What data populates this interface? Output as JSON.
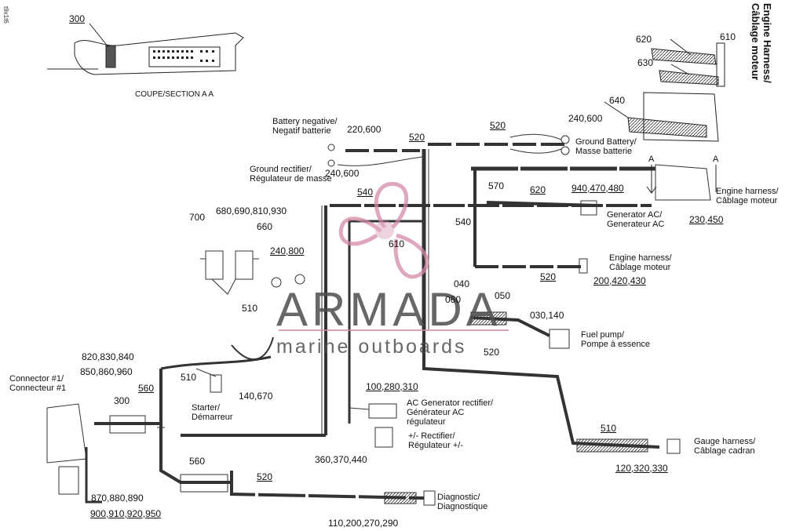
{
  "diagram": {
    "title_line1": "Engine Harness/",
    "title_line2": "Câblage moteur",
    "image_code": "t9x1t6",
    "section_label": "COUPE/SECTION A A",
    "section_marker": "A"
  },
  "callouts": {
    "c300_top": "300",
    "c620": "620",
    "c610_top": "610",
    "c630": "630",
    "c640": "640",
    "c220_600": "220,600",
    "c520_top1": "520",
    "c520_top2": "520",
    "c240_600_right": "240,600",
    "c240_600_left": "240,600",
    "c540_a": "540",
    "c540_b": "540",
    "c570": "570",
    "c620_mid": "620",
    "c940": "940,470,480",
    "c230_450": "230,450",
    "c700": "700",
    "c680": "680,690,810,930",
    "c660": "660",
    "c240_800": "240,800",
    "c610_mid": "610",
    "c520_mid": "520",
    "c200_420": "200,420,430",
    "c040": "040",
    "c060": "060",
    "c050": "050",
    "c030_140": "030,140",
    "c510_a": "510",
    "c520_c": "520",
    "c820": "820,830,840",
    "c850": "850,860,960",
    "c510_b": "510",
    "c560_a": "560",
    "c300_mid": "300",
    "c140_670": "140,670",
    "c100_280": "100,280,310",
    "c360": "360,370,440",
    "c510_c": "510",
    "c120": "120,320,330",
    "c560_b": "560",
    "c520_bottom": "520",
    "c870": "870,880,890",
    "c900": "900,910,920,950",
    "c110": "110,200,270,290"
  },
  "labels": {
    "battery_neg_1": "Battery negative/",
    "battery_neg_2": "Negatif batterie",
    "ground_batt_1": "Ground Battery/",
    "ground_batt_2": "Masse batterie",
    "ground_rect_1": "Ground rectifier/",
    "ground_rect_2": "Régulateur de masse",
    "engine_h1_1": "Engine harness/",
    "engine_h1_2": "Câblage moteur",
    "gen_ac_1": "Generator AC/",
    "gen_ac_2": "Generateur AC",
    "engine_h2_1": "Engine harness/",
    "engine_h2_2": "Câblage moteur",
    "fuel_pump_1": "Fuel pump/",
    "fuel_pump_2": "Pompe à essence",
    "connector_1": "Connector #1/",
    "connector_2": "Connecteur #1",
    "starter_1": "Starter/",
    "starter_2": "Démarreur",
    "ac_gen_1": "AC Generator rectifier/",
    "ac_gen_2": "Générateur AC",
    "ac_gen_3": "régulateur",
    "rectifier_1": "+/- Rectifier/",
    "rectifier_2": "Régulateur +/-",
    "gauge_1": "Gauge harness/",
    "gauge_2": "Câblage cadran",
    "diag_1": "Diagnostic/",
    "diag_2": "Diagnostique"
  },
  "watermark": {
    "brand": "ARMADA",
    "tagline": "marine outboards",
    "accent_color": "#d48aa8"
  }
}
